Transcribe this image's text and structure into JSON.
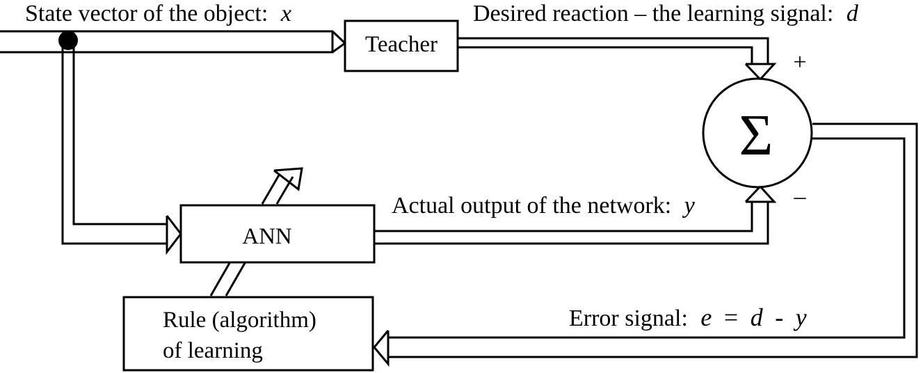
{
  "labels": {
    "state_vector": "State vector of the object:",
    "state_vector_var": "x",
    "desired_reaction": "Desired reaction – the learning signal:",
    "desired_reaction_var": "d",
    "actual_output": "Actual output of the network:",
    "actual_output_var": "y",
    "error_signal": "Error signal:",
    "error_equation_e": "e",
    "error_equation_eq": " = ",
    "error_equation_d": "d",
    "error_equation_minus": " - ",
    "error_equation_y": "y"
  },
  "blocks": {
    "teacher": "Teacher",
    "ann": "ANN",
    "rule_line1": "Rule (algorithm)",
    "rule_line2": "of learning"
  },
  "summator": {
    "symbol": "Σ",
    "plus_sign": "+",
    "minus_sign": "–"
  },
  "colors": {
    "stroke": "#000000",
    "background": "#ffffff"
  }
}
